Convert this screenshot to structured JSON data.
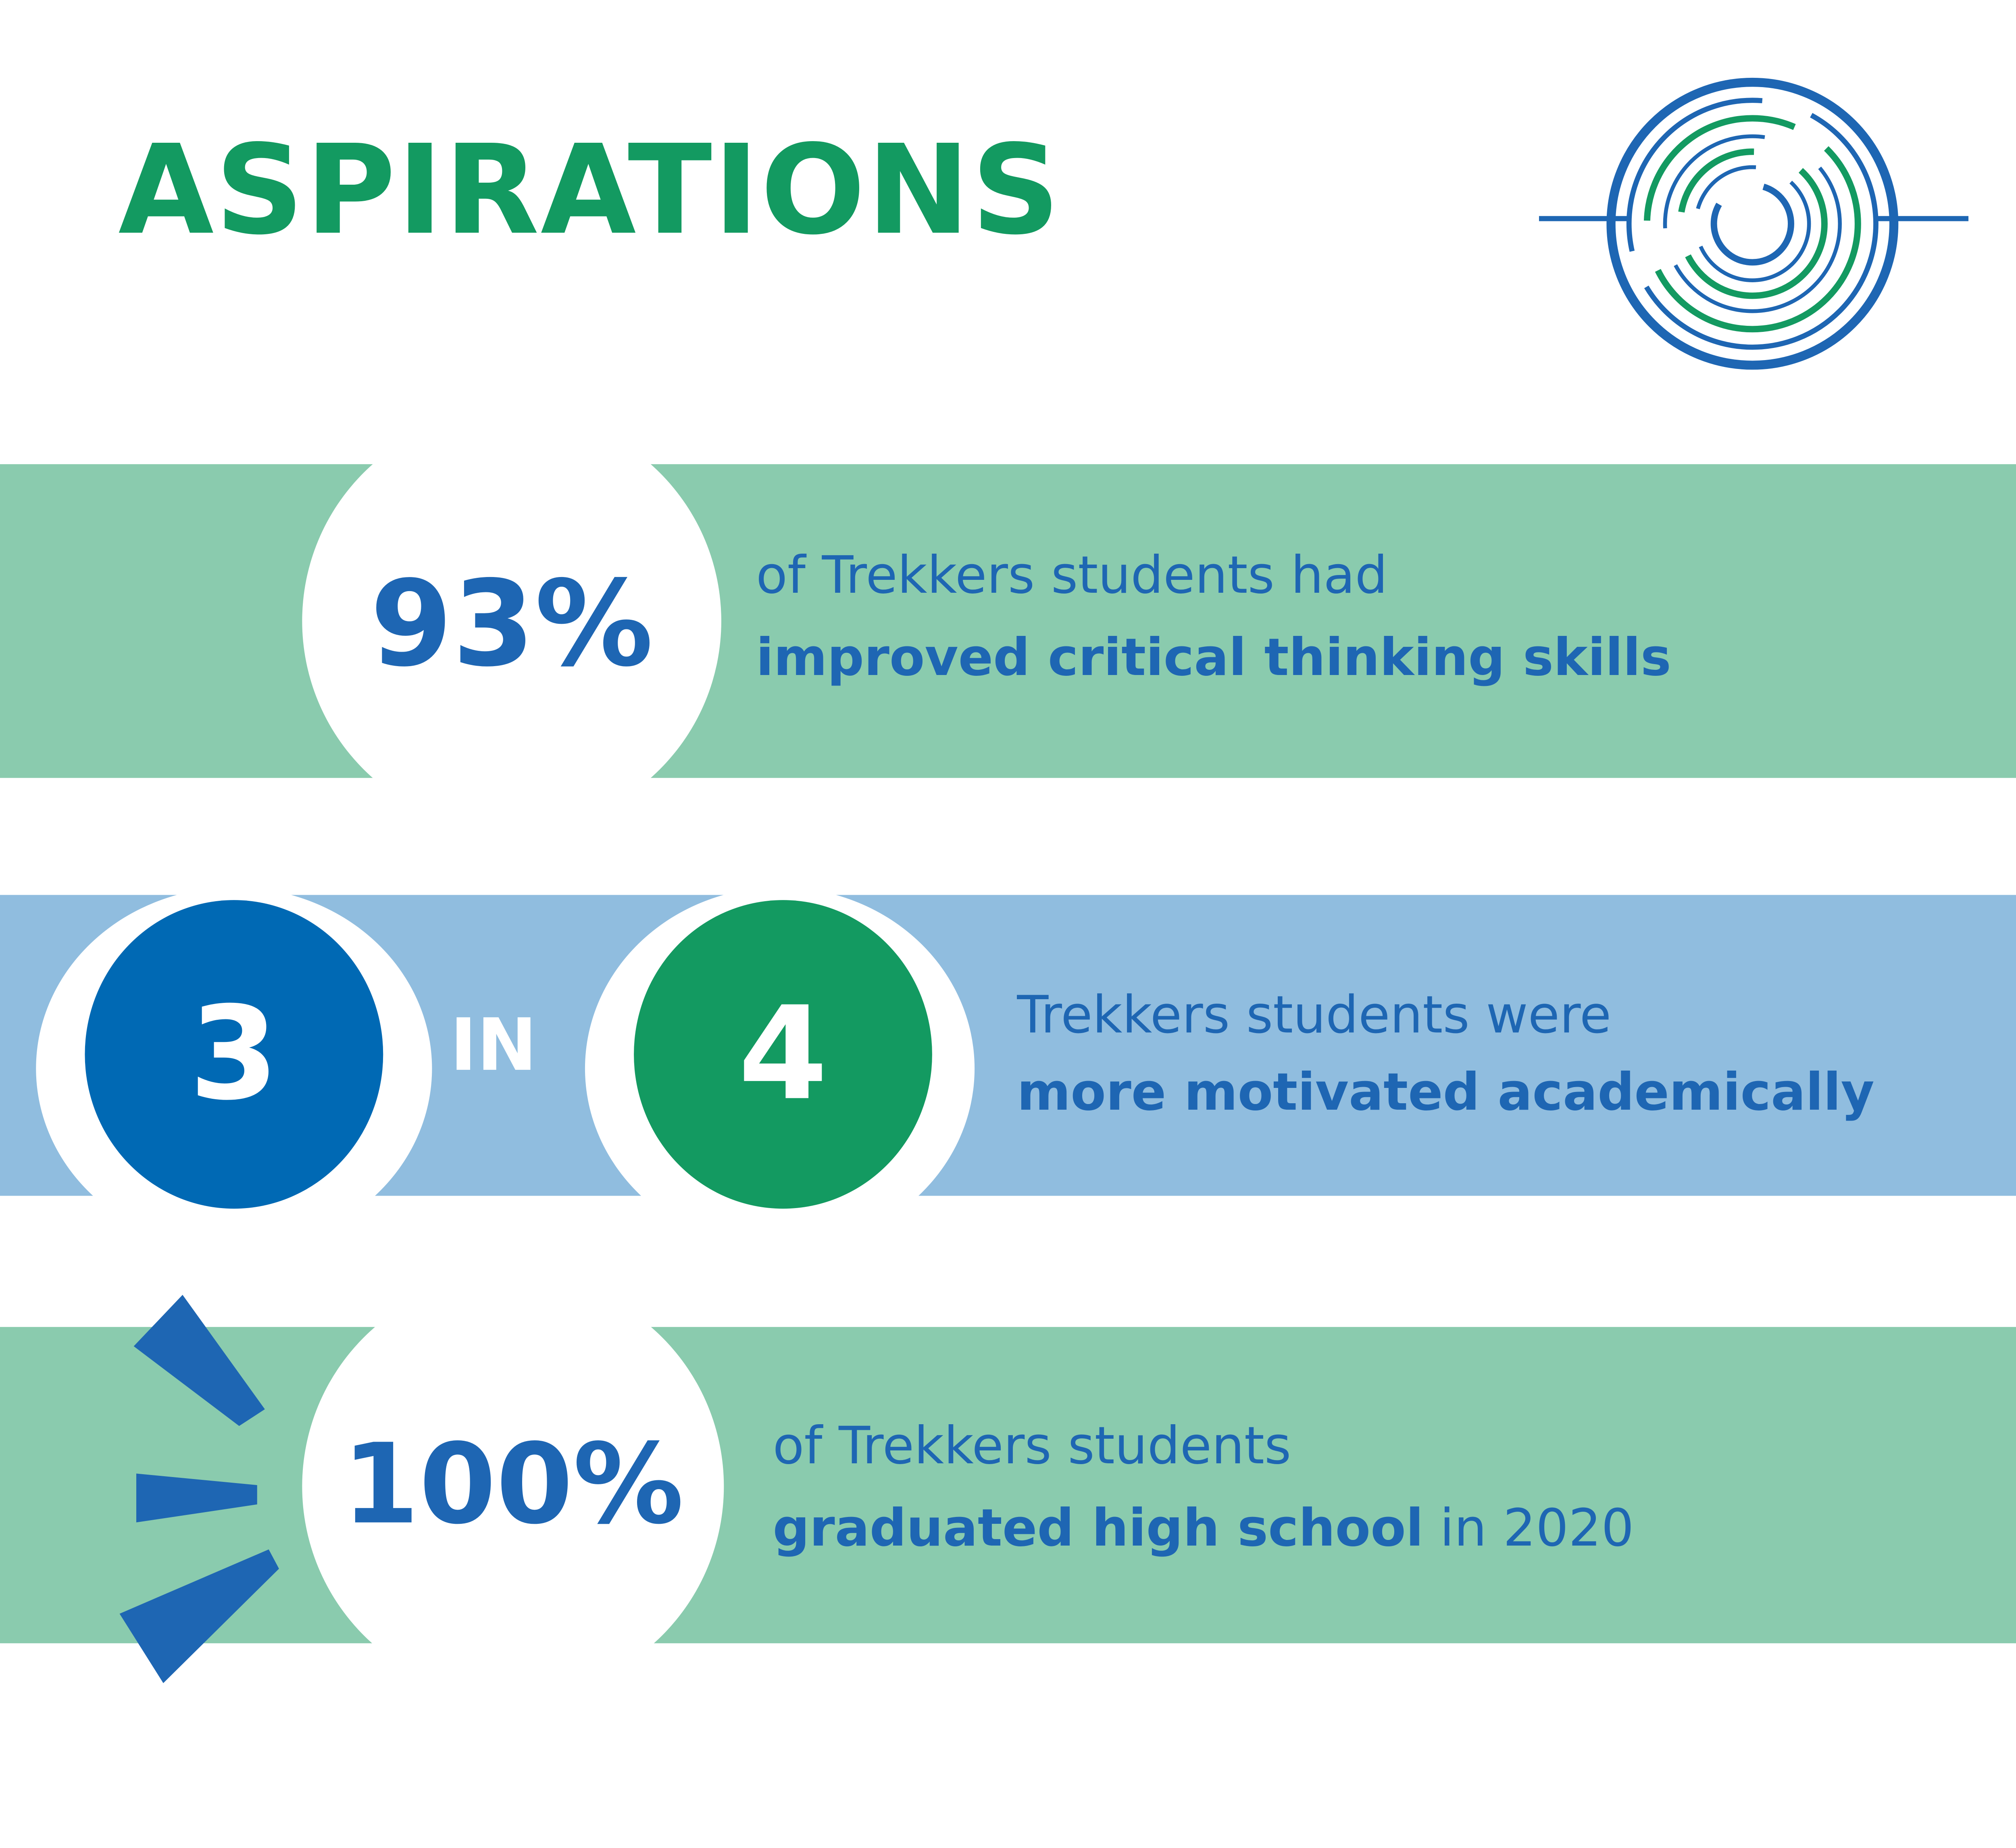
{
  "page": {
    "title": "ASPIRATIONS"
  },
  "logo": {
    "icon": "concentric-target-icon",
    "colors": [
      "#1e66b3",
      "#139a61"
    ]
  },
  "colors": {
    "title_green": "#139a61",
    "text_blue": "#1e66b3",
    "band_green": "#8acbae",
    "band_blue": "#90bddf",
    "disc_blue": "#0069b4",
    "disc_green": "#139a61"
  },
  "stats": [
    {
      "value": "93%",
      "line1": "of Trekkers students had",
      "line2_bold": "improved critical thinking skills",
      "line2_plain": ""
    },
    {
      "numerator": "3",
      "connector": "IN",
      "denominator": "4",
      "line1": "Trekkers students were",
      "line2_bold": "more motivated academically",
      "line2_plain": ""
    },
    {
      "value": "100%",
      "line1": "of Trekkers students",
      "line2_bold": "graduated high school",
      "line2_plain": " in 2020",
      "decoration": "burst-rays-icon"
    }
  ]
}
